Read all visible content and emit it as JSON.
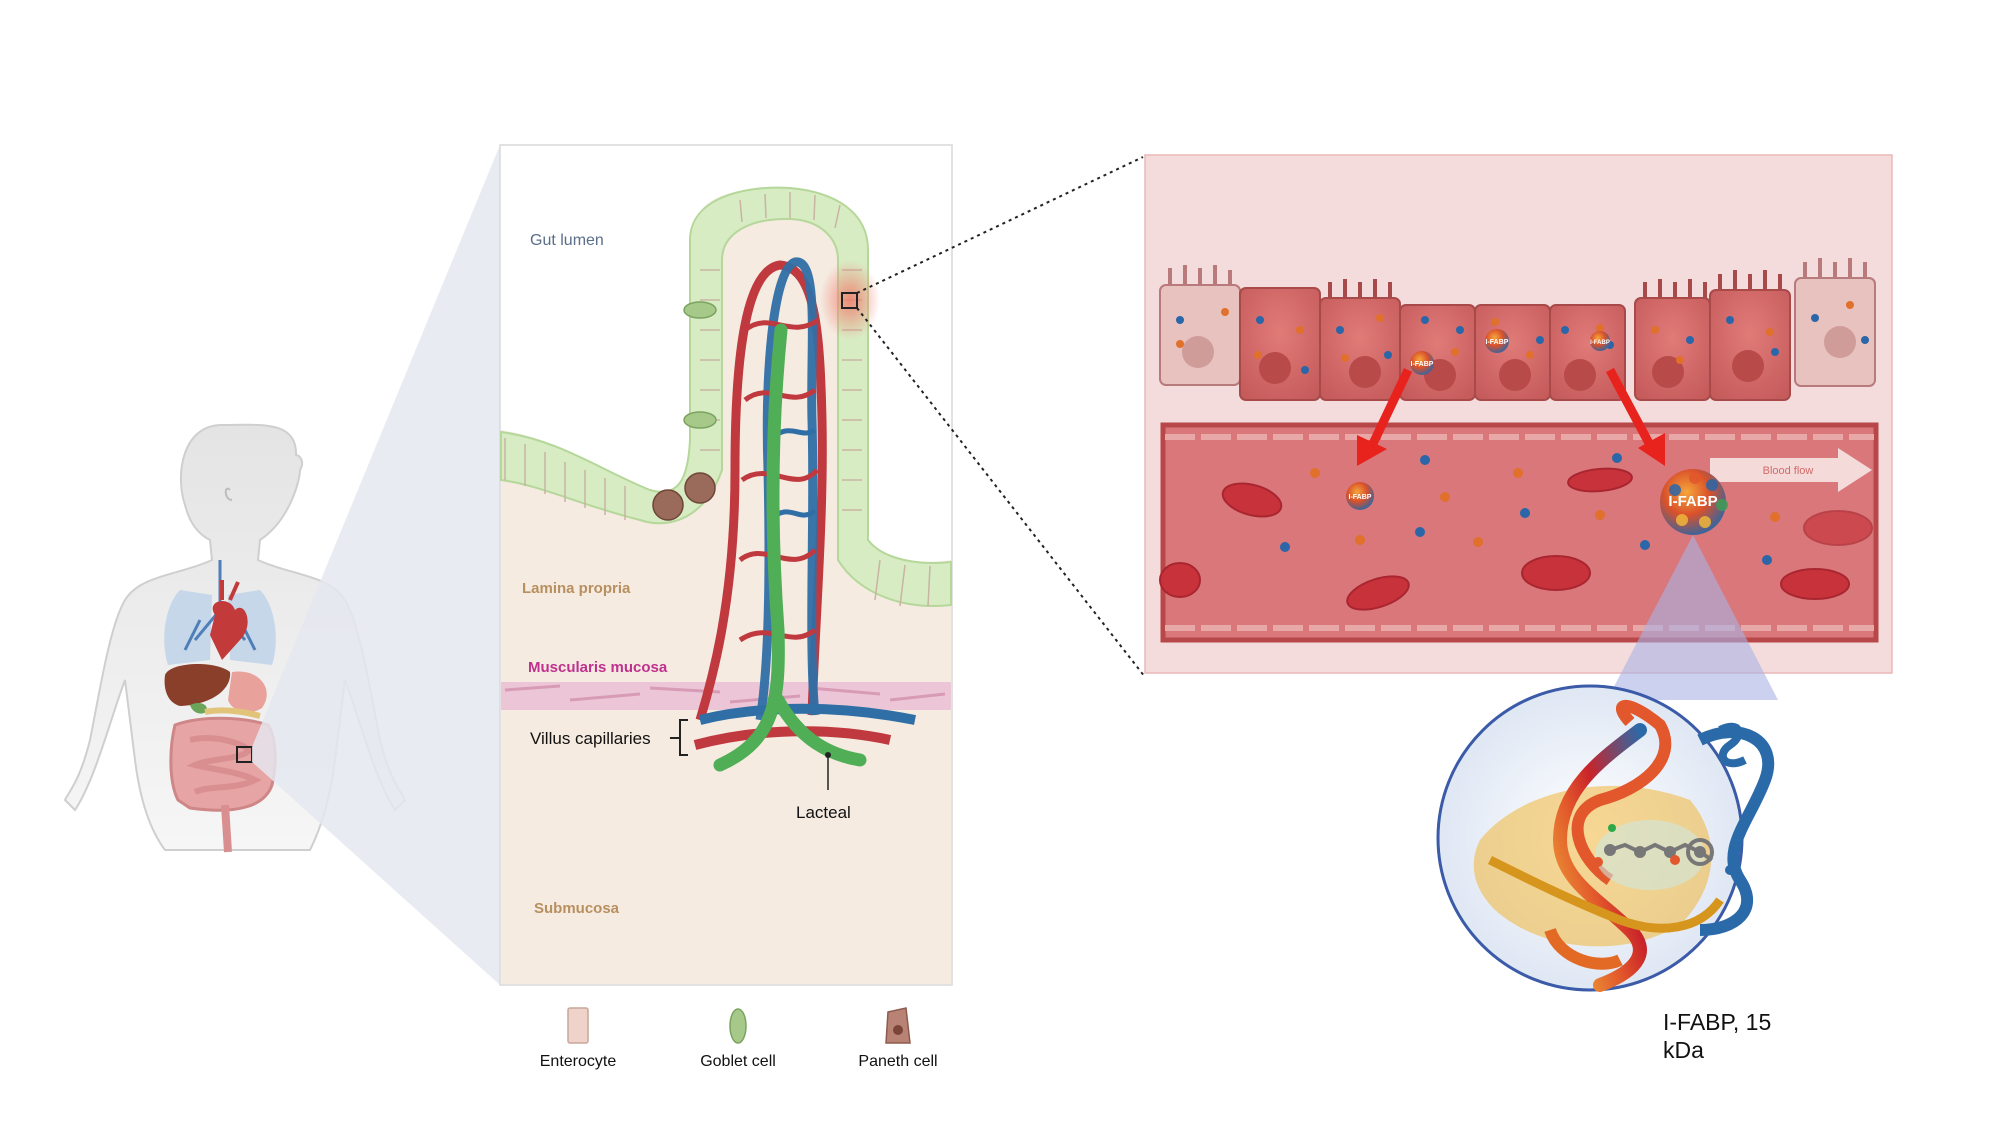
{
  "villus_panel": {
    "gut_lumen": "Gut lumen",
    "lamina_propria": "Lamina propria",
    "muscularis_mucosa": "Muscularis mucosa",
    "villus_capillaries": "Villus capillaries",
    "lacteal": "Lacteal",
    "submucosa": "Submucosa"
  },
  "legend": {
    "items": [
      {
        "label": "Enterocyte"
      },
      {
        "label": "Goblet cell"
      },
      {
        "label": "Paneth cell"
      }
    ]
  },
  "zoom_panel": {
    "ifabp_small_1": "I-FABP",
    "ifabp_small_2": "I-FABP",
    "ifabp_small_3": "I-FABP",
    "ifabp_vessel_small": "I-FABP",
    "ifabp_vessel_large": "I-FABP",
    "blood_flow": "Blood flow"
  },
  "structure_caption": {
    "line1": "I-FABP, 15",
    "line2": "kDa"
  },
  "colors": {
    "tissue_bg": "#f5ebe1",
    "zoom_bg": "#f5dcdc",
    "vessel": "#d9777a",
    "rbc": "#c8323a",
    "artery": "#c0393f",
    "vein": "#2f6fa6",
    "lacteal": "#4fae56",
    "muscularis_label": "#c0318e",
    "tissue_label": "#b89060",
    "lumen_label": "#5a6e8a"
  }
}
